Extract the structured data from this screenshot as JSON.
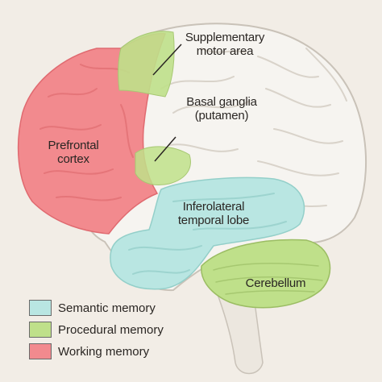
{
  "colors": {
    "background": "#f2ede6",
    "semantic": "#b9e6e2",
    "procedural": "#bfe08a",
    "working": "#f28a8e",
    "brain": "#f6f4f0",
    "brain_outline": "#c9c2b8",
    "stem": "#ece7df"
  },
  "labels": {
    "supplementary_motor": [
      "Supplementary",
      "motor area"
    ],
    "basal_ganglia": [
      "Basal ganglia",
      "(putamen)"
    ],
    "prefrontal": [
      "Prefrontal",
      "cortex"
    ],
    "inferolateral": [
      "Inferolateral",
      "temporal lobe"
    ],
    "cerebellum": "Cerebellum"
  },
  "legend": [
    {
      "label": "Semantic memory",
      "color": "#b9e6e2"
    },
    {
      "label": "Procedural memory",
      "color": "#bfe08a"
    },
    {
      "label": "Working memory",
      "color": "#f28a8e"
    }
  ]
}
